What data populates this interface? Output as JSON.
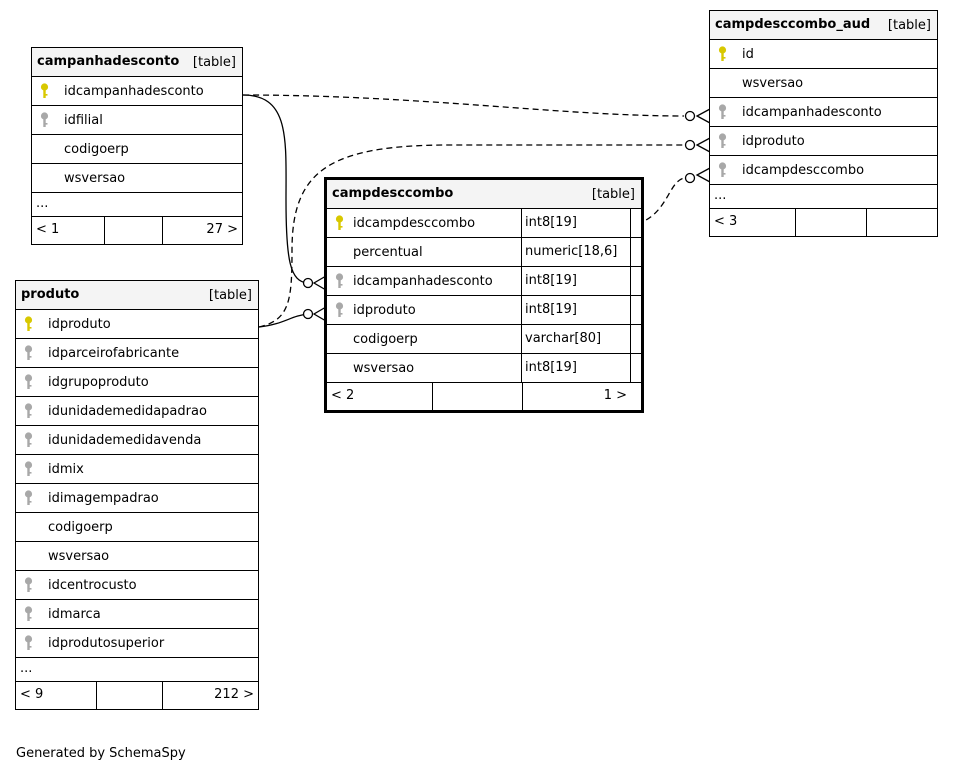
{
  "tables": {
    "campanhadesconto": {
      "name": "campanhadesconto",
      "kind": "[table]",
      "columns": [
        {
          "name": "idcampanhadesconto",
          "key": "primary"
        },
        {
          "name": "idfilial",
          "key": "foreign"
        },
        {
          "name": "codigoerp",
          "key": ""
        },
        {
          "name": "wsversao",
          "key": ""
        }
      ],
      "more": "...",
      "footer": {
        "left": "< 1",
        "right": "27 >"
      }
    },
    "produto": {
      "name": "produto",
      "kind": "[table]",
      "columns": [
        {
          "name": "idproduto",
          "key": "primary"
        },
        {
          "name": "idparceirofabricante",
          "key": "foreign"
        },
        {
          "name": "idgrupoproduto",
          "key": "foreign"
        },
        {
          "name": "idunidademedidapadrao",
          "key": "foreign"
        },
        {
          "name": "idunidademedidavenda",
          "key": "foreign"
        },
        {
          "name": "idmix",
          "key": "foreign"
        },
        {
          "name": "idimagempadrao",
          "key": "foreign"
        },
        {
          "name": "codigoerp",
          "key": ""
        },
        {
          "name": "wsversao",
          "key": ""
        },
        {
          "name": "idcentrocusto",
          "key": "foreign"
        },
        {
          "name": "idmarca",
          "key": "foreign"
        },
        {
          "name": "idprodutosuperior",
          "key": "foreign"
        }
      ],
      "more": "...",
      "footer": {
        "left": "< 9",
        "right": "212 >"
      }
    },
    "campdesccombo": {
      "name": "campdesccombo",
      "kind": "[table]",
      "columns": [
        {
          "name": "idcampdesccombo",
          "key": "primary",
          "type": "int8[19]"
        },
        {
          "name": "percentual",
          "key": "",
          "type": "numeric[18,6]"
        },
        {
          "name": "idcampanhadesconto",
          "key": "foreign",
          "type": "int8[19]"
        },
        {
          "name": "idproduto",
          "key": "foreign",
          "type": "int8[19]"
        },
        {
          "name": "codigoerp",
          "key": "",
          "type": "varchar[80]"
        },
        {
          "name": "wsversao",
          "key": "",
          "type": "int8[19]"
        }
      ],
      "footer": {
        "left": "< 2",
        "right": "1 >"
      }
    },
    "campdesccombo_aud": {
      "name": "campdesccombo_aud",
      "kind": "[table]",
      "columns": [
        {
          "name": "id",
          "key": "primary"
        },
        {
          "name": "wsversao",
          "key": ""
        },
        {
          "name": "idcampanhadesconto",
          "key": "foreign"
        },
        {
          "name": "idproduto",
          "key": "foreign"
        },
        {
          "name": "idcampdesccombo",
          "key": "foreign"
        }
      ],
      "more": "...",
      "footer": {
        "left": "< 3",
        "right": ""
      }
    }
  },
  "colors": {
    "primary_key": "#d8c800",
    "foreign_key": "#a8a8a8",
    "header_bg": "#f4f4f4"
  },
  "credit": "Generated by SchemaSpy"
}
